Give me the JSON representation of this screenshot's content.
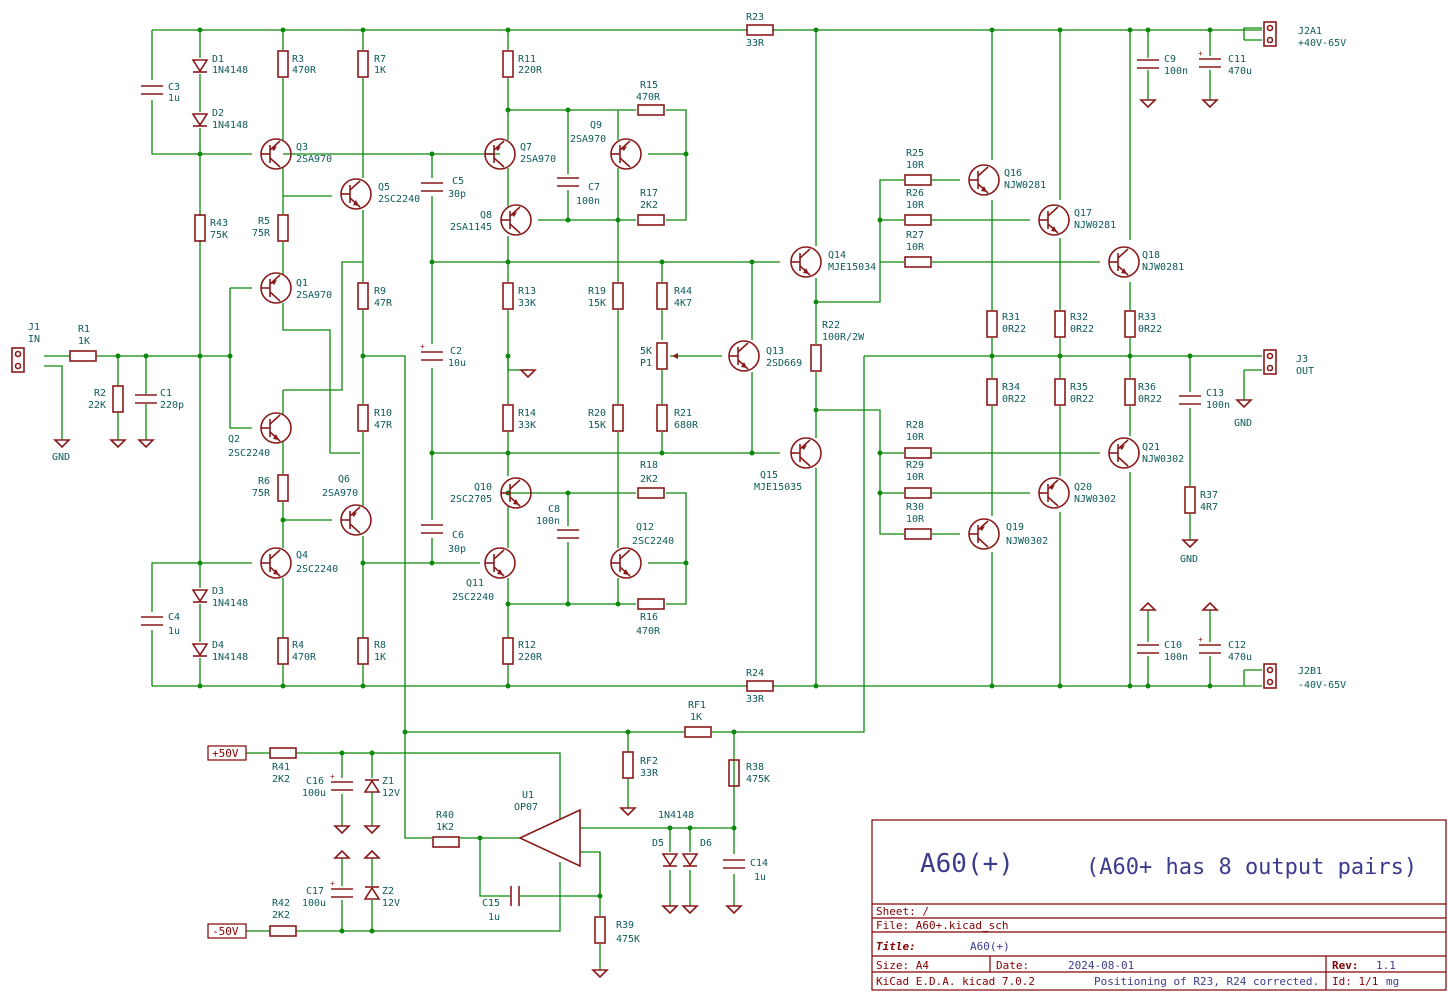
{
  "title_block": {
    "main_title": "A60(+)",
    "note": "(A60+ has 8 output pairs)",
    "sheet_label": "Sheet: /",
    "file_label": "File: A60+.kicad_sch",
    "title_label": "Title:",
    "title_value": "A60(+)",
    "size_label": "Size: A4",
    "date_label": "Date:",
    "date_value": "2024-08-01",
    "rev_label": "Rev:",
    "rev_value": "1.1",
    "tool": "KiCad E.D.A.  kicad 7.0.2",
    "comment": "Positioning of R23, R24 corrected.",
    "id_label": "Id: 1/1",
    "author": "mg"
  },
  "components": [
    {
      "ref": "D1",
      "value": "1N4148"
    },
    {
      "ref": "D2",
      "value": "1N4148"
    },
    {
      "ref": "C3",
      "value": "1u"
    },
    {
      "ref": "R3",
      "value": "470R"
    },
    {
      "ref": "R7",
      "value": "1K"
    },
    {
      "ref": "R11",
      "value": "220R"
    },
    {
      "ref": "R23",
      "value": "33R"
    },
    {
      "ref": "J2A1",
      "value": "+40V-65V"
    },
    {
      "ref": "C9",
      "value": "100n"
    },
    {
      "ref": "C11",
      "value": "470u"
    },
    {
      "ref": "Q3",
      "value": "2SA970"
    },
    {
      "ref": "Q5",
      "value": "2SC2240"
    },
    {
      "ref": "C5",
      "value": "30p"
    },
    {
      "ref": "Q7",
      "value": "2SA970"
    },
    {
      "ref": "Q9",
      "value": "2SA970"
    },
    {
      "ref": "R15",
      "value": "470R"
    },
    {
      "ref": "C7",
      "value": "100n"
    },
    {
      "ref": "R17",
      "value": "2K2"
    },
    {
      "ref": "Q8",
      "value": "2SA1145"
    },
    {
      "ref": "R25",
      "value": "10R"
    },
    {
      "ref": "R26",
      "value": "10R"
    },
    {
      "ref": "R27",
      "value": "10R"
    },
    {
      "ref": "Q16",
      "value": "NJW0281"
    },
    {
      "ref": "Q17",
      "value": "NJW0281"
    },
    {
      "ref": "Q18",
      "value": "NJW0281"
    },
    {
      "ref": "R43",
      "value": "75K"
    },
    {
      "ref": "R5",
      "value": "75R"
    },
    {
      "ref": "Q1",
      "value": "2SA970"
    },
    {
      "ref": "R9",
      "value": "47R"
    },
    {
      "ref": "R13",
      "value": "33K"
    },
    {
      "ref": "R19",
      "value": "15K"
    },
    {
      "ref": "R44",
      "value": "4K7"
    },
    {
      "ref": "Q14",
      "value": "MJE15034"
    },
    {
      "ref": "R22",
      "value": "100R/2W"
    },
    {
      "ref": "R31",
      "value": "0R22"
    },
    {
      "ref": "R32",
      "value": "0R22"
    },
    {
      "ref": "R33",
      "value": "0R22"
    },
    {
      "ref": "J1",
      "value": "IN"
    },
    {
      "ref": "R1",
      "value": "1K"
    },
    {
      "ref": "R2",
      "value": "22K"
    },
    {
      "ref": "C1",
      "value": "220p"
    },
    {
      "ref": "C2",
      "value": "10u"
    },
    {
      "ref": "P1",
      "value": "5K"
    },
    {
      "ref": "Q13",
      "value": "2SD669"
    },
    {
      "ref": "J3",
      "value": "OUT"
    },
    {
      "ref": "Q2",
      "value": "2SC2240"
    },
    {
      "ref": "R10",
      "value": "47R"
    },
    {
      "ref": "R14",
      "value": "33K"
    },
    {
      "ref": "R20",
      "value": "15K"
    },
    {
      "ref": "R21",
      "value": "680R"
    },
    {
      "ref": "Q15",
      "value": "MJE15035"
    },
    {
      "ref": "R34",
      "value": "0R22"
    },
    {
      "ref": "R35",
      "value": "0R22"
    },
    {
      "ref": "R36",
      "value": "0R22"
    },
    {
      "ref": "C13",
      "value": "100n"
    },
    {
      "ref": "R28",
      "value": "10R"
    },
    {
      "ref": "R29",
      "value": "10R"
    },
    {
      "ref": "R30",
      "value": "10R"
    },
    {
      "ref": "Q21",
      "value": "NJW0302"
    },
    {
      "ref": "Q20",
      "value": "NJW0302"
    },
    {
      "ref": "Q19",
      "value": "NJW0302"
    },
    {
      "ref": "R37",
      "value": "4R7"
    },
    {
      "ref": "R6",
      "value": "75R"
    },
    {
      "ref": "Q6",
      "value": "2SA970"
    },
    {
      "ref": "Q10",
      "value": "2SC2705"
    },
    {
      "ref": "C8",
      "value": "100n"
    },
    {
      "ref": "R18",
      "value": "2K2"
    },
    {
      "ref": "Q12",
      "value": "2SC2240"
    },
    {
      "ref": "C6",
      "value": "30p"
    },
    {
      "ref": "Q11",
      "value": "2SC2240"
    },
    {
      "ref": "Q4",
      "value": "2SC2240"
    },
    {
      "ref": "D3",
      "value": "1N4148"
    },
    {
      "ref": "D4",
      "value": "1N4148"
    },
    {
      "ref": "C4",
      "value": "1u"
    },
    {
      "ref": "R4",
      "value": "470R"
    },
    {
      "ref": "R8",
      "value": "1K"
    },
    {
      "ref": "R12",
      "value": "220R"
    },
    {
      "ref": "R16",
      "value": "470R"
    },
    {
      "ref": "R24",
      "value": "33R"
    },
    {
      "ref": "C10",
      "value": "100n"
    },
    {
      "ref": "C12",
      "value": "470u"
    },
    {
      "ref": "J2B1",
      "value": "-40V-65V"
    },
    {
      "ref": "RF1",
      "value": "1K"
    },
    {
      "ref": "RF2",
      "value": "33R"
    },
    {
      "ref": "R38",
      "value": "475K"
    },
    {
      "ref": "R41",
      "value": "2K2"
    },
    {
      "ref": "C16",
      "value": "100u"
    },
    {
      "ref": "Z1",
      "value": "12V"
    },
    {
      "ref": "R40",
      "value": "1K2"
    },
    {
      "ref": "U1",
      "value": "OP07"
    },
    {
      "ref": "D5",
      "value": ""
    },
    {
      "ref": "D6",
      "value": ""
    },
    {
      "ref": "C14",
      "value": "1u"
    },
    {
      "ref": "C17",
      "value": "100u"
    },
    {
      "ref": "Z2",
      "value": "12V"
    },
    {
      "ref": "R42",
      "value": "2K2"
    },
    {
      "ref": "C15",
      "value": "1u"
    },
    {
      "ref": "R39",
      "value": "475K"
    }
  ],
  "nets": {
    "gnd1": "GND",
    "gnd2": "GND",
    "gnd3": "GND",
    "pos50": "+50V",
    "neg50": "-50V",
    "d56_value": "1N4148"
  }
}
